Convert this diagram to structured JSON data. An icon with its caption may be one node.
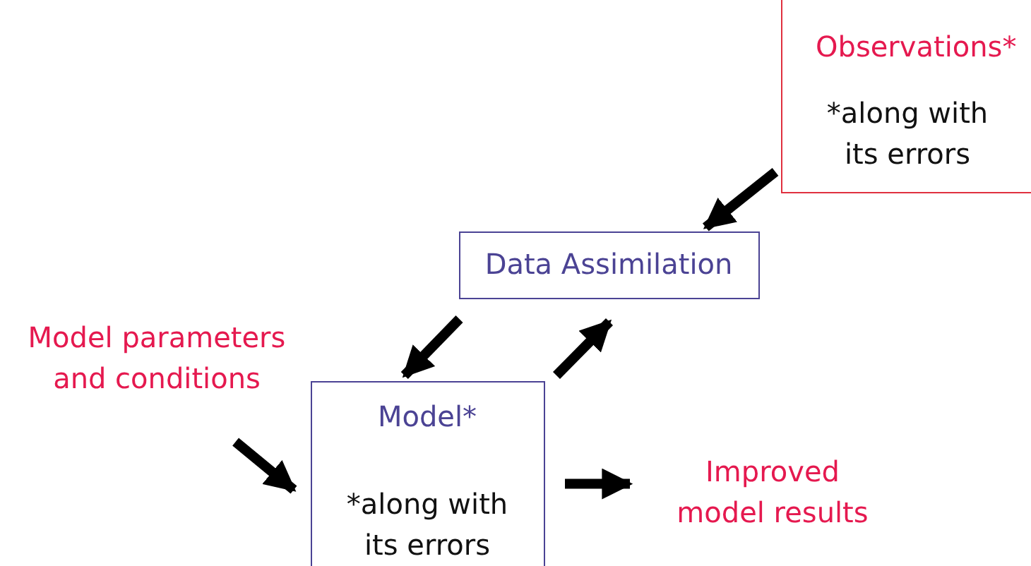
{
  "diagram": {
    "nodes": [
      {
        "text": [
          "Observations*",
          "*along with its errors"
        ]
      },
      {
        "text": [
          "Data Assimilation"
        ]
      },
      {
        "text": [
          "Model parameters and conditions"
        ]
      },
      {
        "text": [
          "Model*",
          "*along with its errors"
        ]
      },
      {
        "text": [
          "Improved model results"
        ]
      }
    ],
    "edges": [
      {
        "from": 0,
        "to": 1,
        "arrow": "to"
      },
      {
        "from": 1,
        "to": 3,
        "arrow": "to"
      },
      {
        "from": 3,
        "to": 1,
        "arrow": "to"
      },
      {
        "from": 2,
        "to": 3,
        "arrow": "to"
      },
      {
        "from": 3,
        "to": 4,
        "arrow": "to"
      }
    ]
  }
}
